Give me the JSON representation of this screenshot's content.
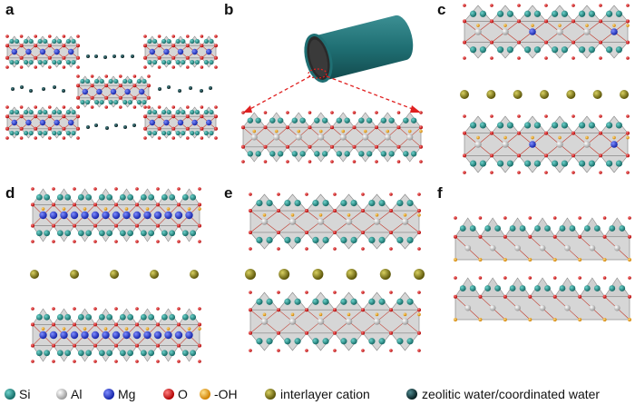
{
  "panels": [
    {
      "label": "a"
    },
    {
      "label": "b"
    },
    {
      "label": "c"
    },
    {
      "label": "d"
    },
    {
      "label": "e"
    },
    {
      "label": "f"
    }
  ],
  "legend": [
    {
      "name": "si",
      "label": "Si",
      "color": "#1f8a86"
    },
    {
      "name": "al",
      "label": "Al",
      "color": "#d8d8d8"
    },
    {
      "name": "mg",
      "label": "Mg",
      "color": "#2a3cd6"
    },
    {
      "name": "o",
      "label": "O",
      "color": "#e01010"
    },
    {
      "name": "oh",
      "label": "-OH",
      "color": "#f0a020"
    },
    {
      "name": "interlayer-cation",
      "label": "interlayer cation",
      "color": "#7a7410"
    },
    {
      "name": "zeolitic-water",
      "label": "zeolitic water/coordinated water",
      "color": "#0f3c40"
    }
  ],
  "colors": {
    "layer_fill": "#d6d6d6",
    "layer_edge": "#8a8a8a",
    "bond": "#c0392b",
    "tube_body": "#1f6f73",
    "tube_end": "#2a2a2a",
    "arrow": "#e02020"
  }
}
